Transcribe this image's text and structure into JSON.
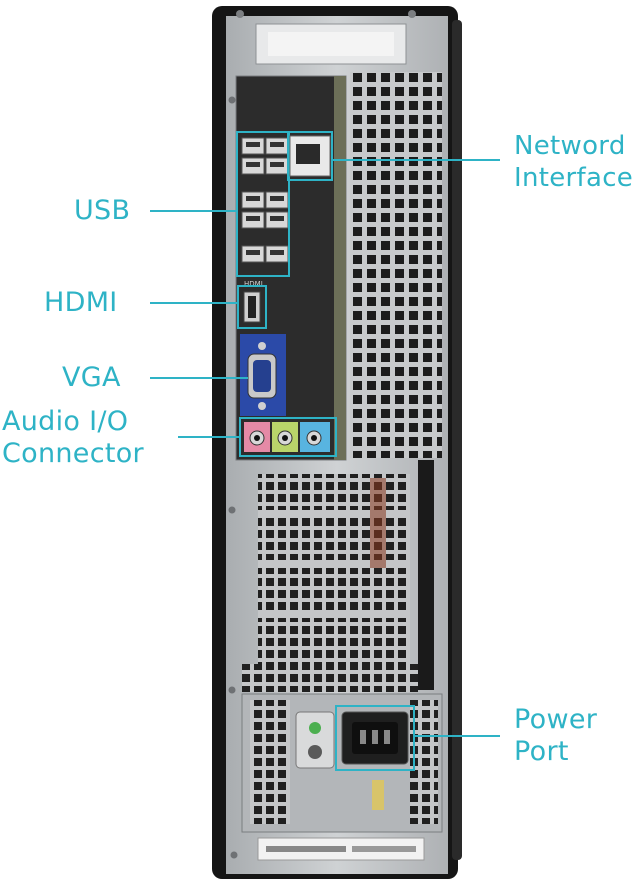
{
  "callouts": {
    "usb": {
      "lines": [
        "USB"
      ]
    },
    "hdmi": {
      "lines": [
        "HDMI"
      ]
    },
    "vga": {
      "lines": [
        "VGA"
      ]
    },
    "audio": {
      "lines": [
        "Audio I/O",
        "Connector"
      ]
    },
    "network": {
      "lines": [
        "Netword",
        "Interface"
      ]
    },
    "power": {
      "lines": [
        "Power",
        "Port"
      ]
    }
  },
  "port_labels": {
    "hdmi_silk": "HDMI"
  },
  "colors": {
    "accent": "#2eb3c6",
    "chassis_black": "#141414",
    "sheet_metal": "#b9bcbf",
    "audio_pink": "#e58aa6",
    "audio_green": "#b9d46a",
    "audio_blue": "#58b4e0",
    "vga_blue": "#2b4aa8"
  },
  "icons": [
    "usb-port-icon",
    "ethernet-port-icon",
    "hdmi-port-icon",
    "vga-port-icon",
    "audio-jack-icon",
    "power-socket-icon"
  ]
}
